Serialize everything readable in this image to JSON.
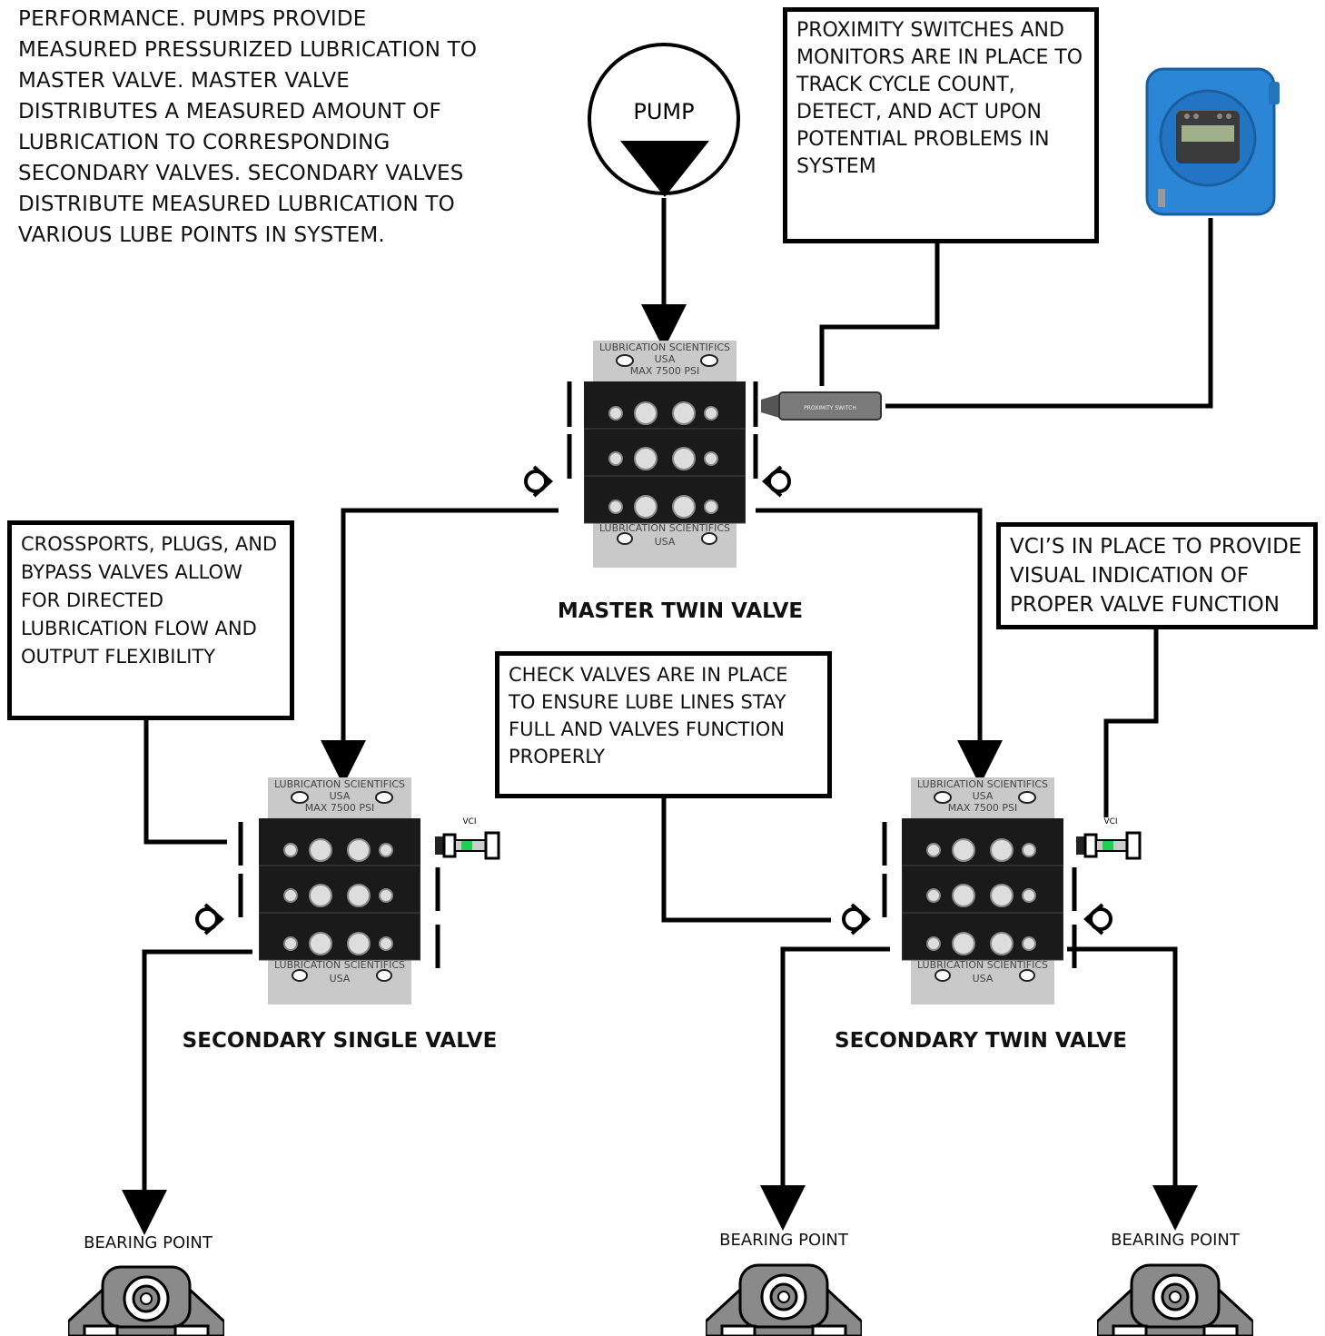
{
  "intro_text": "PERFORMANCE. PUMPS PROVIDE MEASURED PRESSURIZED LUBRICATION TO MASTER VALVE. MASTER VALVE DISTRIBUTES A MEASURED AMOUNT OF LUBRICATION TO CORRESPONDING SECONDARY VALVES. SECONDARY VALVES DISTRIBUTE MEASURED LUBRICATION TO VARIOUS LUBE POINTS IN SYSTEM.",
  "pump": {
    "label": "PUMP"
  },
  "callouts": {
    "proximity": "PROXIMITY SWITCHES AND MONITORS ARE IN PLACE TO TRACK CYCLE COUNT, DETECT, AND ACT UPON POTENTIAL PROBLEMS IN SYSTEM",
    "crossports": " CROSSPORTS, PLUGS, AND BYPASS VALVES ALLOW FOR DIRECTED LUBRICATION FLOW AND OUTPUT FLEXIBILITY",
    "vci": "VCI’S IN PLACE TO PROVIDE VISUAL INDICATION OF PROPER VALVE FUNCTION",
    "check": "CHECK VALVES ARE IN PLACE TO ENSURE LUBE LINES STAY FULL AND VALVES FUNCTION PROPERLY"
  },
  "captions": {
    "master": "MASTER TWIN VALVE",
    "secondary_single": "SECONDARY SINGLE VALVE",
    "secondary_twin": "SECONDARY TWIN VALVE"
  },
  "valve_labels": {
    "brand": "LUBRICATION SCIENTIFICS",
    "country": "USA",
    "pressure": "MAX 7500 PSI"
  },
  "proximity_switch_label": "PROXIMITY SWITCH",
  "vci_label": "VCI",
  "bearing_labels": [
    "BEARING POINT",
    "BEARING POINT",
    "BEARING POINT"
  ],
  "colors": {
    "monitor_blue": "#2b86d6",
    "vci_green": "#1fcf4f",
    "valve_black": "#1a1a1a",
    "valve_steel": "#c9c9c9",
    "bearing_gray": "#8a8a8a"
  }
}
